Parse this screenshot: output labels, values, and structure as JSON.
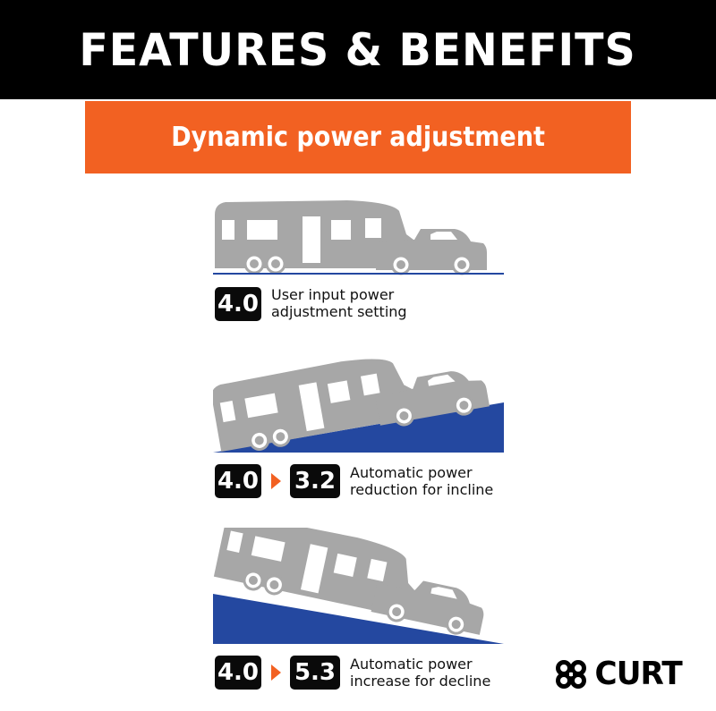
{
  "header": {
    "title": "FEATURES & BENEFITS"
  },
  "banner": {
    "title": "Dynamic power adjustment"
  },
  "colors": {
    "accent": "#f26122",
    "slope": "#2448a0",
    "vehicle": "#a7a7a7",
    "badge": "#0a0a0a"
  },
  "panels": [
    {
      "from_value": "4.0",
      "to_value": null,
      "caption_line1": "User input power",
      "caption_line2": "adjustment setting"
    },
    {
      "from_value": "4.0",
      "to_value": "3.2",
      "caption_line1": "Automatic power",
      "caption_line2": "reduction for incline"
    },
    {
      "from_value": "4.0",
      "to_value": "5.3",
      "caption_line1": "Automatic power",
      "caption_line2": "increase for decline"
    }
  ],
  "logo": {
    "text": "CURT",
    "icon": "curt-clover-icon"
  }
}
